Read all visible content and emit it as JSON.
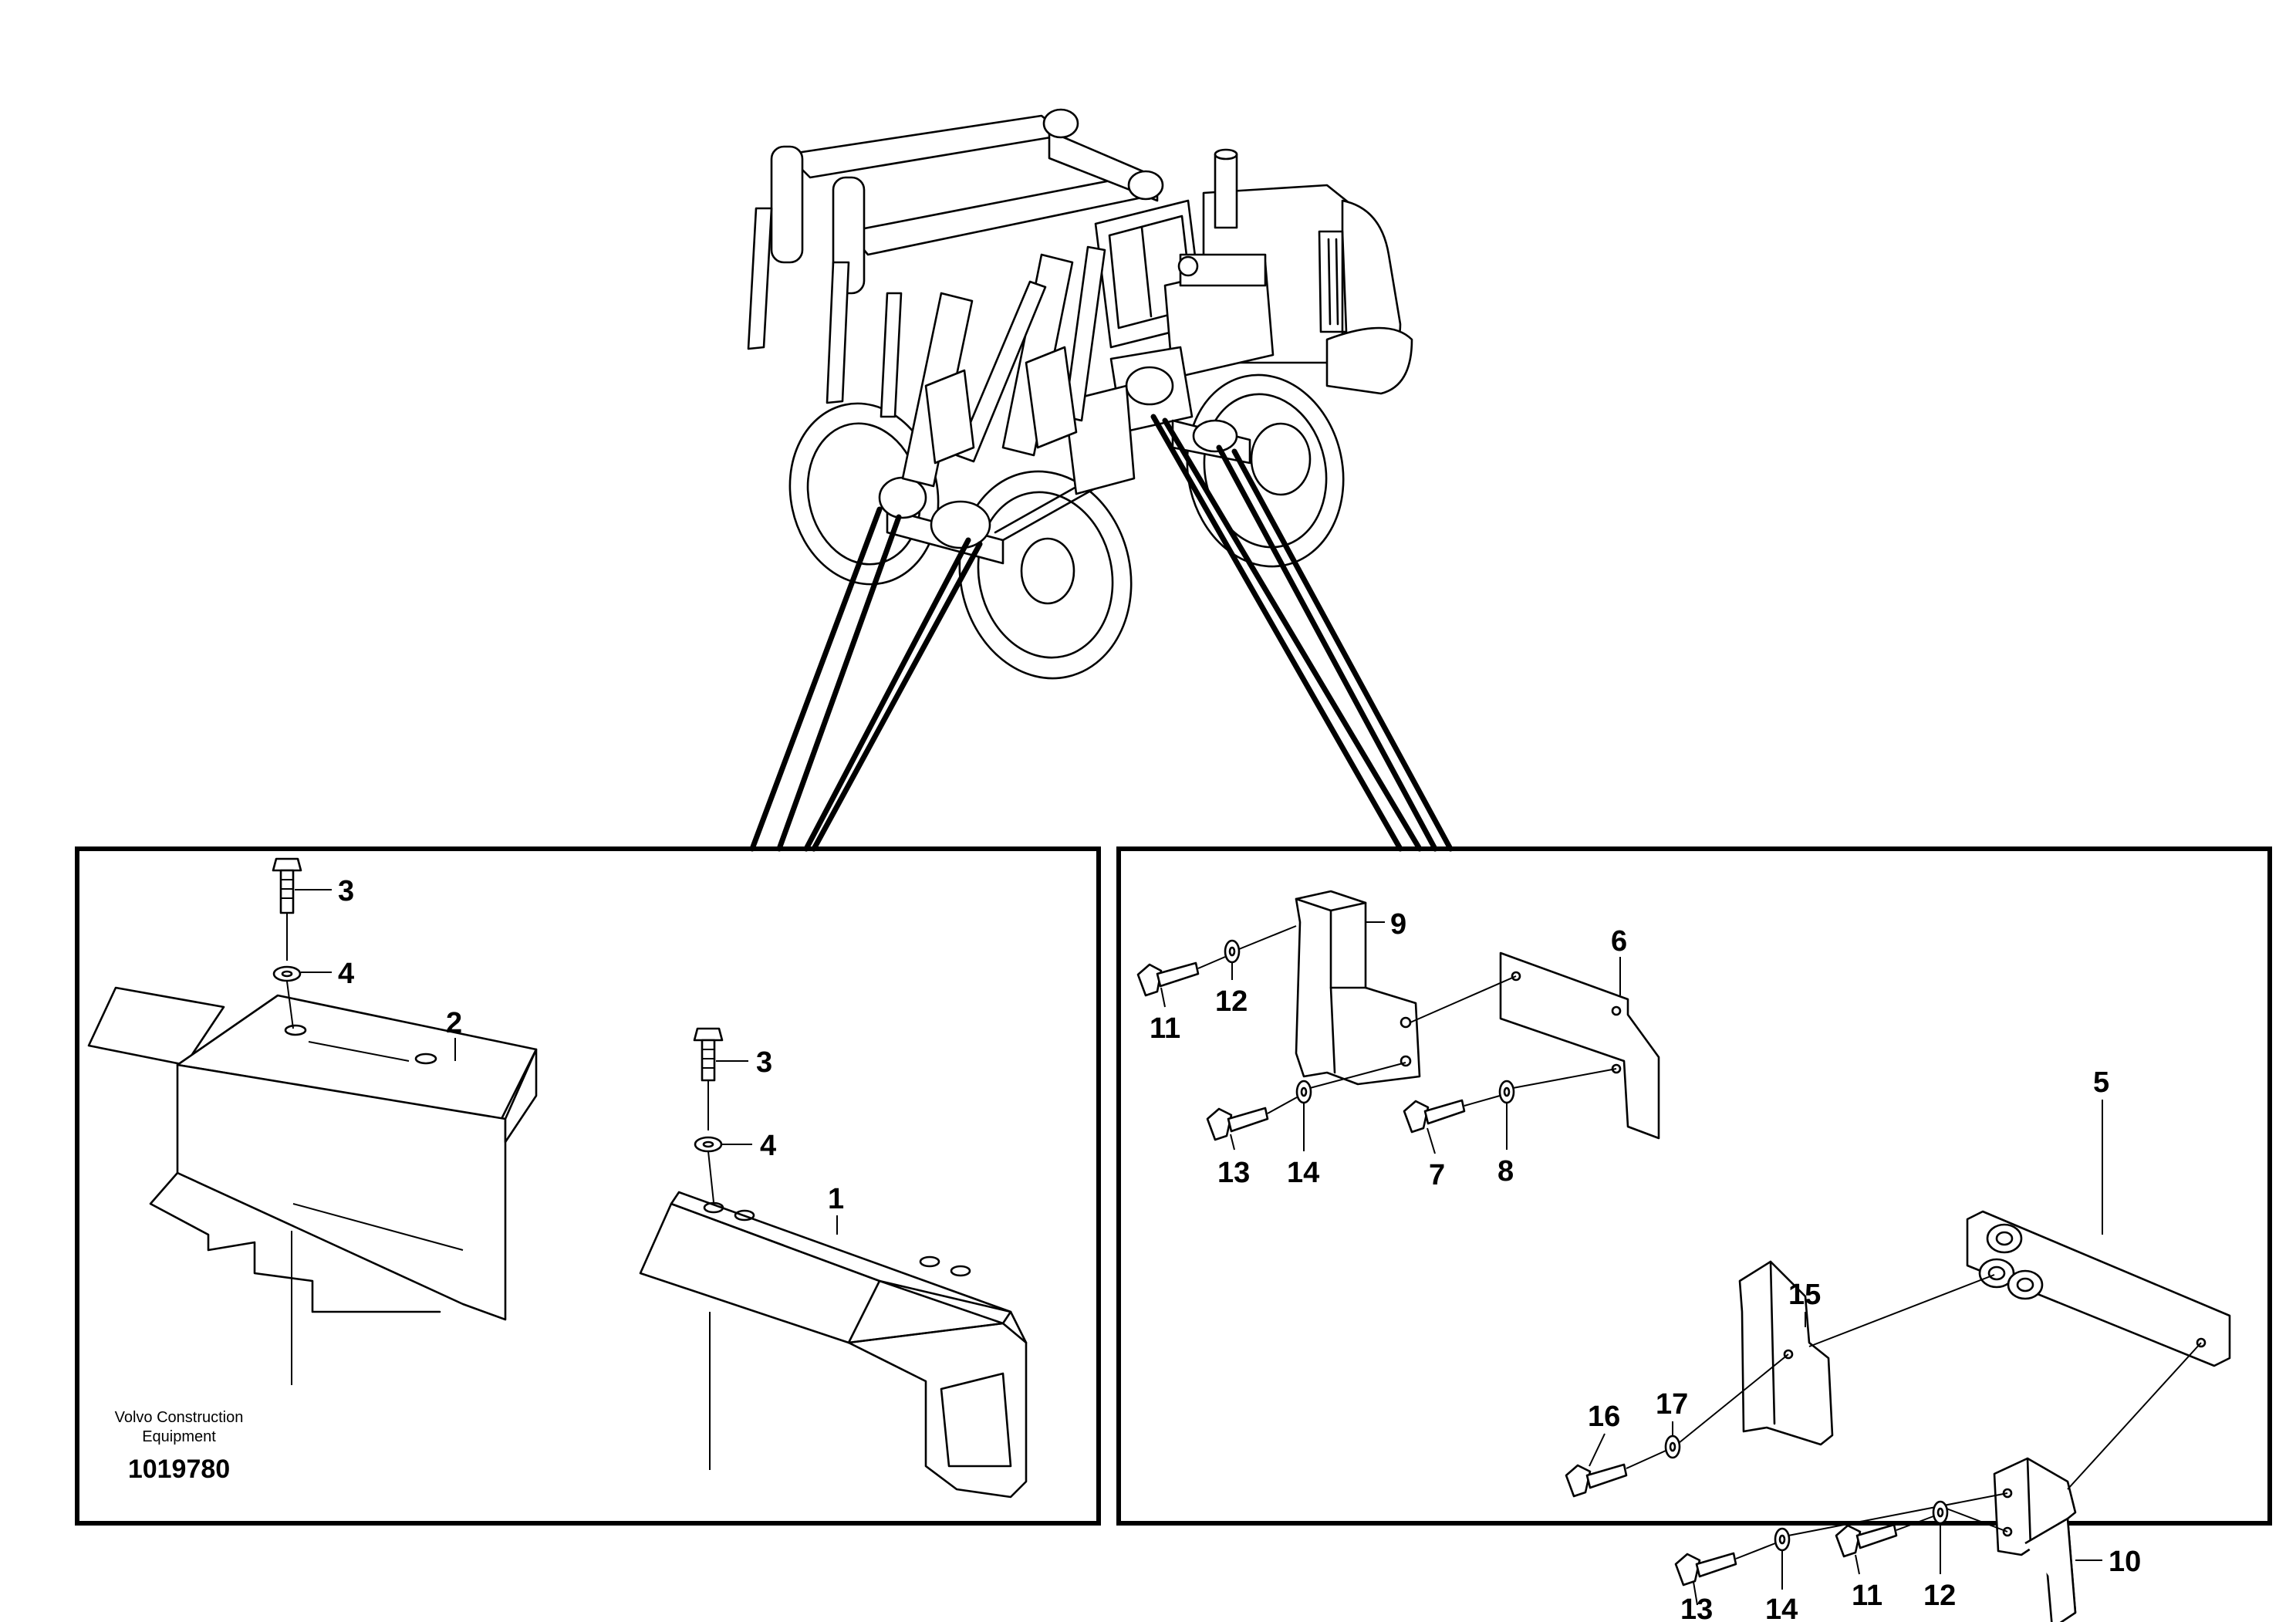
{
  "brand": {
    "line1": "Volvo Construction",
    "line2": "Equipment",
    "document_number": "1019780"
  },
  "left_panel": {
    "callouts": [
      "3",
      "4",
      "2",
      "3",
      "4",
      "1"
    ]
  },
  "right_panel": {
    "callouts": [
      "9",
      "6",
      "11",
      "12",
      "13",
      "14",
      "7",
      "8",
      "5",
      "15",
      "17",
      "16",
      "10",
      "14",
      "11",
      "12",
      "13"
    ]
  }
}
